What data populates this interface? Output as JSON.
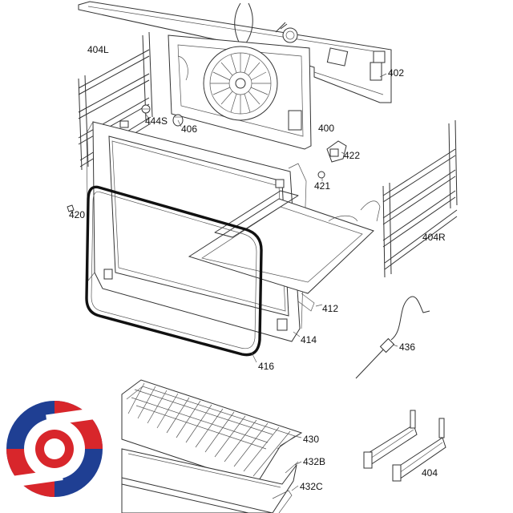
{
  "labels": {
    "l402": "402",
    "l404L": "404L",
    "l444S": "444S",
    "l406": "406",
    "l400": "400",
    "l422": "422",
    "l421": "421",
    "l420": "420",
    "l404R": "404R",
    "l412": "412",
    "l414": "414",
    "l416": "416",
    "l436": "436",
    "l430": "430",
    "l432B": "432B",
    "l432C": "432C",
    "l404": "404"
  },
  "colors": {
    "logo_red": "#d8262b",
    "logo_blue": "#1f3f93",
    "line": "#333333"
  }
}
